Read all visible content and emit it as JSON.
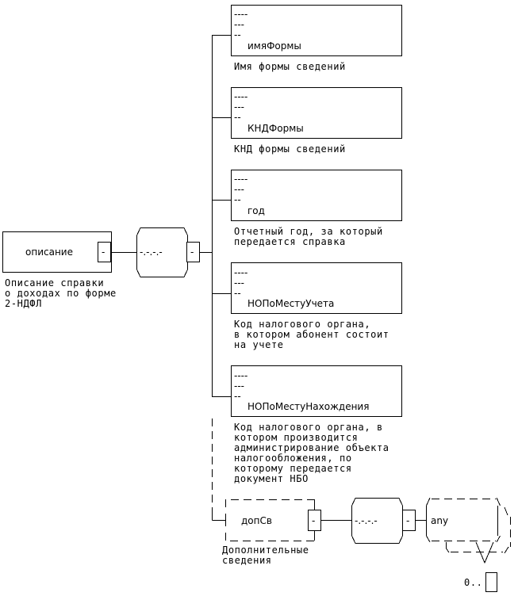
{
  "root": {
    "name": "описание",
    "description": [
      "Описание справки",
      "о доходах по форме",
      "2-НДФЛ"
    ]
  },
  "sequence_symbol": "-.-.-.-",
  "collapse_symbol": "-",
  "elements": [
    {
      "name": "имяФормы",
      "description": [
        "Имя формы сведений"
      ],
      "optional": false
    },
    {
      "name": "КНДФормы",
      "description": [
        "КНД формы сведений"
      ],
      "optional": false
    },
    {
      "name": "год",
      "description": [
        "Отчетный год, за который",
        "передается справка"
      ],
      "optional": false
    },
    {
      "name": "НОПоМестуУчета",
      "description": [
        "Код налогового органа,",
        "в котором абонент состоит",
        "на учете"
      ],
      "optional": false
    },
    {
      "name": "НОПоМестуНахождения",
      "description": [
        "Код налогового органа, в",
        "котором производится",
        "администрирование объекта",
        "налогообложения, по",
        "которому передается",
        "документ НБО"
      ],
      "optional": false
    }
  ],
  "attr_marks": [
    "----",
    "---",
    "--"
  ],
  "optional_element": {
    "name": "допСв",
    "description": [
      "Дополнительные",
      "сведения"
    ],
    "optional": true
  },
  "any_element": {
    "name": "any",
    "cardinality": "0.."
  }
}
